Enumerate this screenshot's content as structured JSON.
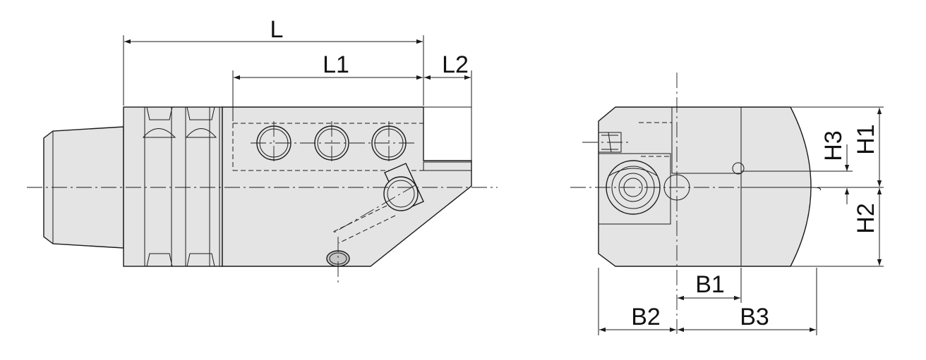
{
  "colors": {
    "body": "#e4e4e4",
    "shade": "#c6c6c6",
    "dark": "#a8a8a8",
    "bar": "#6b6b6b",
    "line": "#1a1a1a"
  },
  "dimensions": {
    "L": "L",
    "L1": "L1",
    "L2": "L2",
    "H1": "H1",
    "H2": "H2",
    "H3": "H3",
    "B1": "B1",
    "B2": "B2",
    "B3": "B3"
  }
}
